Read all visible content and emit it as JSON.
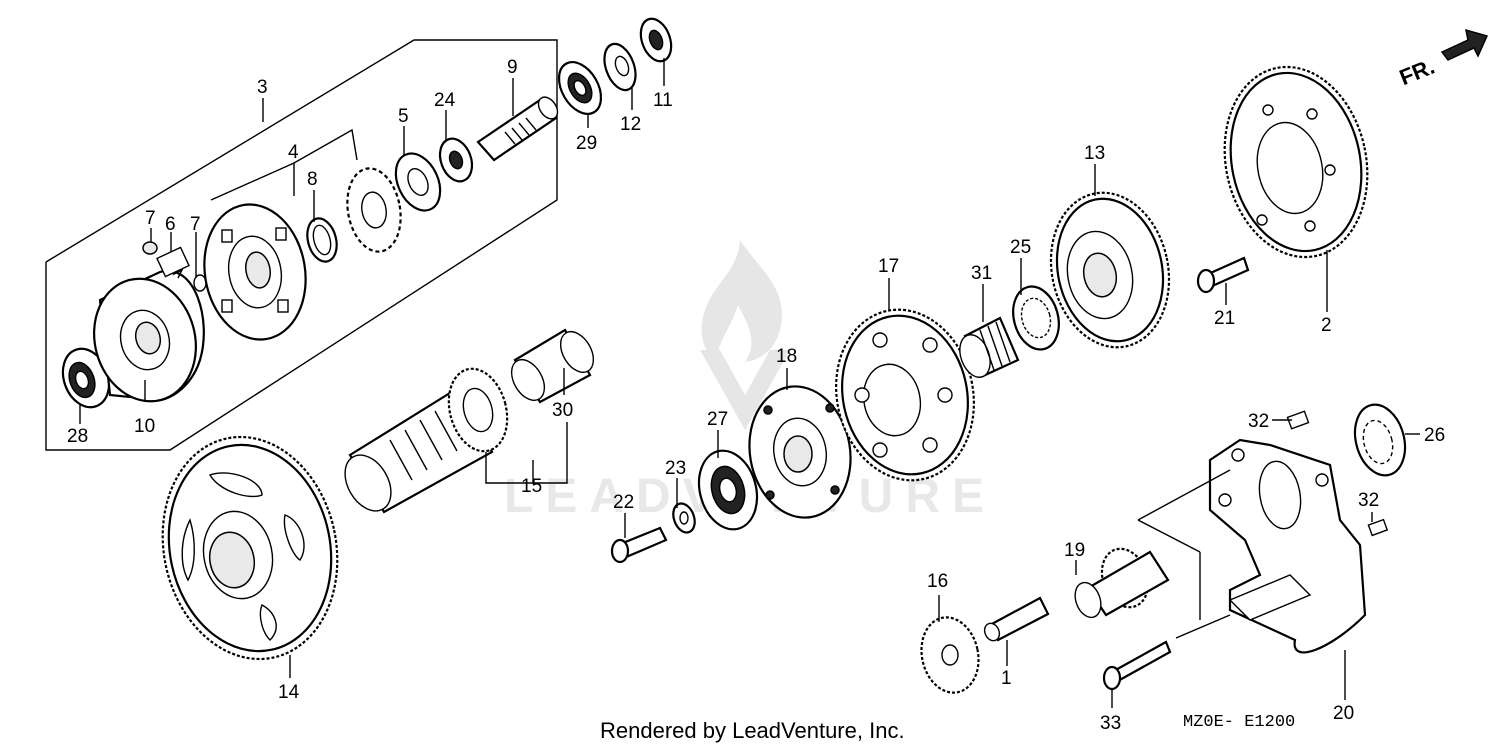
{
  "diagram": {
    "footer": "Rendered by LeadVenture, Inc.",
    "code": "MZ0E- E1200",
    "direction": "FR.",
    "watermark": "LEADVENTURE",
    "labels": {
      "p1": "1",
      "p2": "2",
      "p3": "3",
      "p4": "4",
      "p5": "5",
      "p6": "6",
      "p7a": "7",
      "p7b": "7",
      "p8": "8",
      "p9": "9",
      "p10": "10",
      "p11": "11",
      "p12": "12",
      "p13": "13",
      "p14": "14",
      "p15": "15",
      "p16": "16",
      "p17": "17",
      "p18": "18",
      "p19": "19",
      "p20": "20",
      "p21": "21",
      "p22": "22",
      "p23": "23",
      "p24": "24",
      "p25": "25",
      "p26": "26",
      "p27": "27",
      "p28": "28",
      "p29": "29",
      "p30": "30",
      "p31": "31",
      "p32a": "32",
      "p32b": "32",
      "p33": "33"
    }
  }
}
